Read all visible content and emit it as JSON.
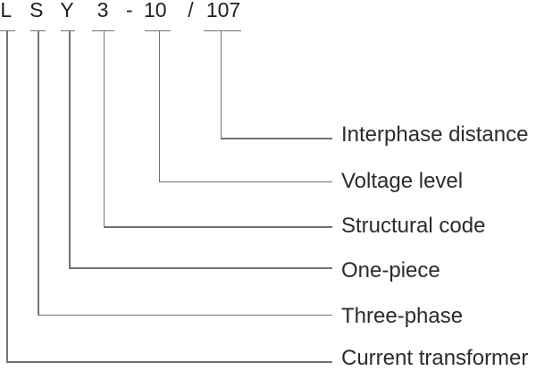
{
  "diagram": {
    "title_code": "L S Y 3 - 10 / 107",
    "code_parts": [
      {
        "text": "L"
      },
      {
        "text": "S"
      },
      {
        "text": "Y"
      },
      {
        "text": "3"
      },
      {
        "text": "-"
      },
      {
        "text": "10"
      },
      {
        "text": "/"
      },
      {
        "text": "107"
      }
    ],
    "legend": [
      {
        "code": "107",
        "label": "Interphase distance"
      },
      {
        "code": "10",
        "label": "Voltage level"
      },
      {
        "code": "3",
        "label": "Structural code"
      },
      {
        "code": "Y",
        "label": "One-piece"
      },
      {
        "code": "S",
        "label": "Three-phase"
      },
      {
        "code": "L",
        "label": "Current transformer"
      }
    ]
  },
  "colors": {
    "line": "#717274",
    "code_text": "#1f1f1f",
    "label_text": "#2b2b2b",
    "background": "#ffffff"
  }
}
